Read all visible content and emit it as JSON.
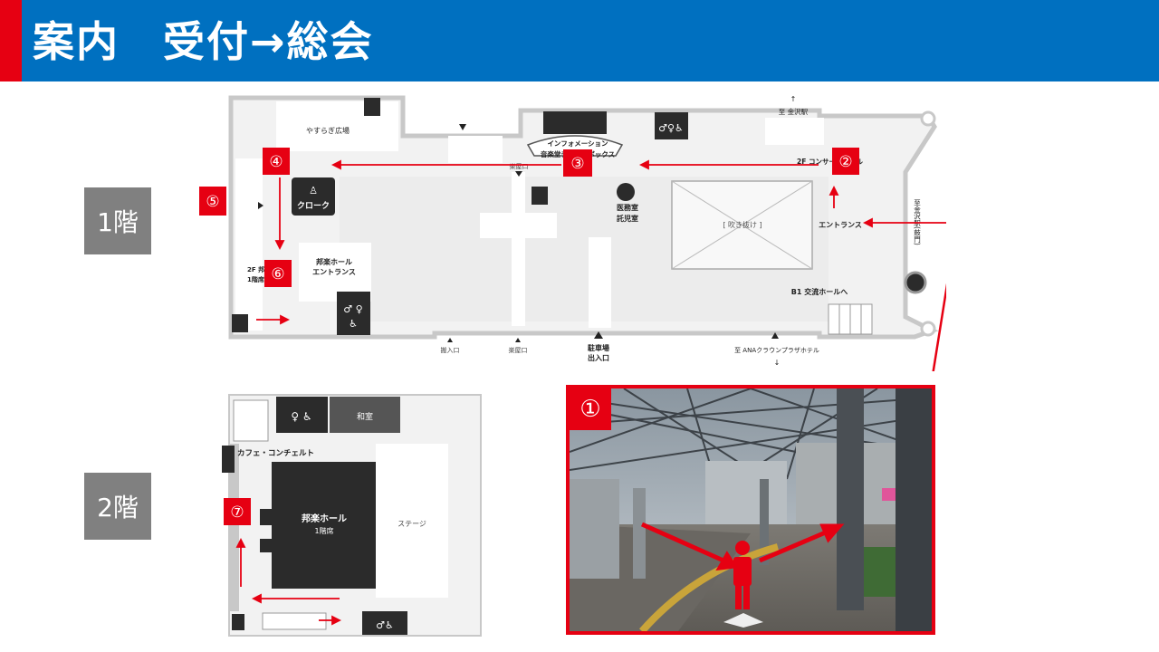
{
  "header": {
    "title": "案内　受付→総会",
    "accent_color": "#e60012",
    "bar_color": "#0070c0"
  },
  "floors": {
    "f1": "1階",
    "f2": "2階"
  },
  "markers": [
    "①",
    "②",
    "③",
    "④",
    "⑤",
    "⑥",
    "⑦"
  ],
  "map1": {
    "yasuragi": "やすらぎ広場",
    "info_1": "インフォメーション",
    "info_2": "音楽堂チケットボックス",
    "to_station": "至 金沢駅",
    "concert_2f": "2F コンサートホール",
    "rakuya_top": "楽屋口",
    "cloak": "クローク",
    "medical_1": "医務室",
    "medical_2": "託児室",
    "fukinuke": "[ 吹き抜け ]",
    "entrance": "エントランス",
    "to_station_side": "至金沢駅(鼓門)",
    "hogaku_1": "邦楽ホール",
    "hogaku_2": "エントランス",
    "hall2f_1": "2F 邦楽ホール",
    "hall2f_2": "1階席",
    "b1_hall": "B1 交流ホールへ",
    "hannyu": "搬入口",
    "rakuya_bottom": "楽屋口",
    "parking_1": "駐車場",
    "parking_2": "出入口",
    "to_hotel": "至 ANAクラウンプラザホテル"
  },
  "map2": {
    "washitsu": "和室",
    "cafe": "カフェ・コンチェルト",
    "hall_1": "邦楽ホール",
    "hall_2": "1階席",
    "stage": "ステージ"
  },
  "photo": {
    "marker": "①"
  }
}
